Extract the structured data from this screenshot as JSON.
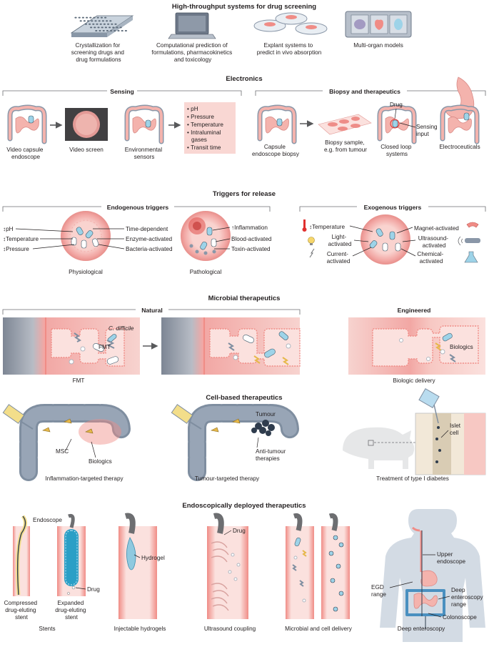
{
  "sections": {
    "screening": {
      "title": "High-throughput systems for drug screening",
      "items": [
        [
          "Crystallization for",
          "screening drugs and",
          "drug formulations"
        ],
        [
          "Computational prediction of",
          "formulations, pharmacokinetics",
          "and toxicology"
        ],
        [
          "Explant systems to",
          "predict in vivo absorption"
        ],
        [
          "Multi-organ models"
        ]
      ]
    },
    "electronics": {
      "title": "Electronics",
      "sensing_title": "Sensing",
      "biopsy_title": "Biopsy and therapeutics",
      "video_capsule": [
        "Video capsule",
        "endoscope"
      ],
      "video_screen": "Video screen",
      "env_sensors": [
        "Environmental",
        "sensors"
      ],
      "sensor_list": [
        "pH",
        "Pressure",
        "Temperature",
        "Intraluminal",
        "gases",
        "Transit time"
      ],
      "capsule_biopsy": [
        "Capsule",
        "endoscope biopsy"
      ],
      "biopsy_sample": [
        "Biopsy sample,",
        "e.g. from tumour"
      ],
      "drug": "Drug",
      "sensing_input": [
        "Sensing",
        "input"
      ],
      "closed_loop": [
        "Closed loop",
        "systems"
      ],
      "electroceuticals": "Electroceuticals"
    },
    "triggers": {
      "title": "Triggers for release",
      "endogenous_title": "Endogenous triggers",
      "exogenous_title": "Exogenous triggers",
      "physio_left": [
        "pH",
        "Temperature",
        "Pressure"
      ],
      "physio_right": [
        "Time-dependent",
        "Enzyme-activated",
        "Bacteria-activated"
      ],
      "physiological": "Physiological",
      "patho_right": [
        "Inflammation",
        "Blood-activated",
        "Toxin-activated"
      ],
      "pathological": "Pathological",
      "exo_temperature": "Temperature",
      "exo_light": [
        "Light-",
        "activated"
      ],
      "exo_current": [
        "Current-",
        "activated"
      ],
      "exo_magnet": "Magnet-activated",
      "exo_ultrasound": [
        "Ultrasound-",
        "activated"
      ],
      "exo_chemical": [
        "Chemical-",
        "activated"
      ]
    },
    "microbial": {
      "title": "Microbial therapeutics",
      "natural_title": "Natural",
      "engineered_title": "Engineered",
      "cdiff": "C. difficile",
      "fmt_label": "FMT",
      "fmt_caption": "FMT",
      "biologics": "Biologics",
      "biologic_delivery": "Biologic delivery"
    },
    "cell": {
      "title": "Cell-based therapeutics",
      "msc": "MSC",
      "biologics": "Biologics",
      "inflammation_caption": "Inflammation-targeted therapy",
      "tumour": "Tumour",
      "anti_tumour": [
        "Anti-tumour",
        "therapies"
      ],
      "tumour_caption": "Tumour-targeted therapy",
      "islet": [
        "Islet",
        "cell"
      ],
      "diabetes_caption": "Treatment of type I diabetes"
    },
    "endoscopic": {
      "title": "Endoscopically deployed therapeutics",
      "endoscope": "Endoscope",
      "compressed": [
        "Compressed",
        "drug-eluting",
        "stent"
      ],
      "expanded": [
        "Expanded",
        "drug-eluting",
        "stent"
      ],
      "drug": "Drug",
      "stents": "Stents",
      "hydrogel": "Hydrogel",
      "hydrogel_caption": "Injectable hydrogels",
      "us_drug": "Drug",
      "us_caption": "Ultrasound coupling",
      "microbial_caption": "Microbial and cell delivery",
      "upper": [
        "Upper",
        "endoscope"
      ],
      "egd": [
        "EGD",
        "range"
      ],
      "deep_range": [
        "Deep",
        "enteroscopy",
        "range"
      ],
      "colonoscope": "Colonoscope",
      "deep_caption": "Deep enteroscopy"
    }
  },
  "colors": {
    "tissue": "#f2a7a4",
    "wall": "#f7c8c3",
    "muscle": "#8a97a8",
    "capsule": "#9dd3e8",
    "text": "#231f20"
  }
}
